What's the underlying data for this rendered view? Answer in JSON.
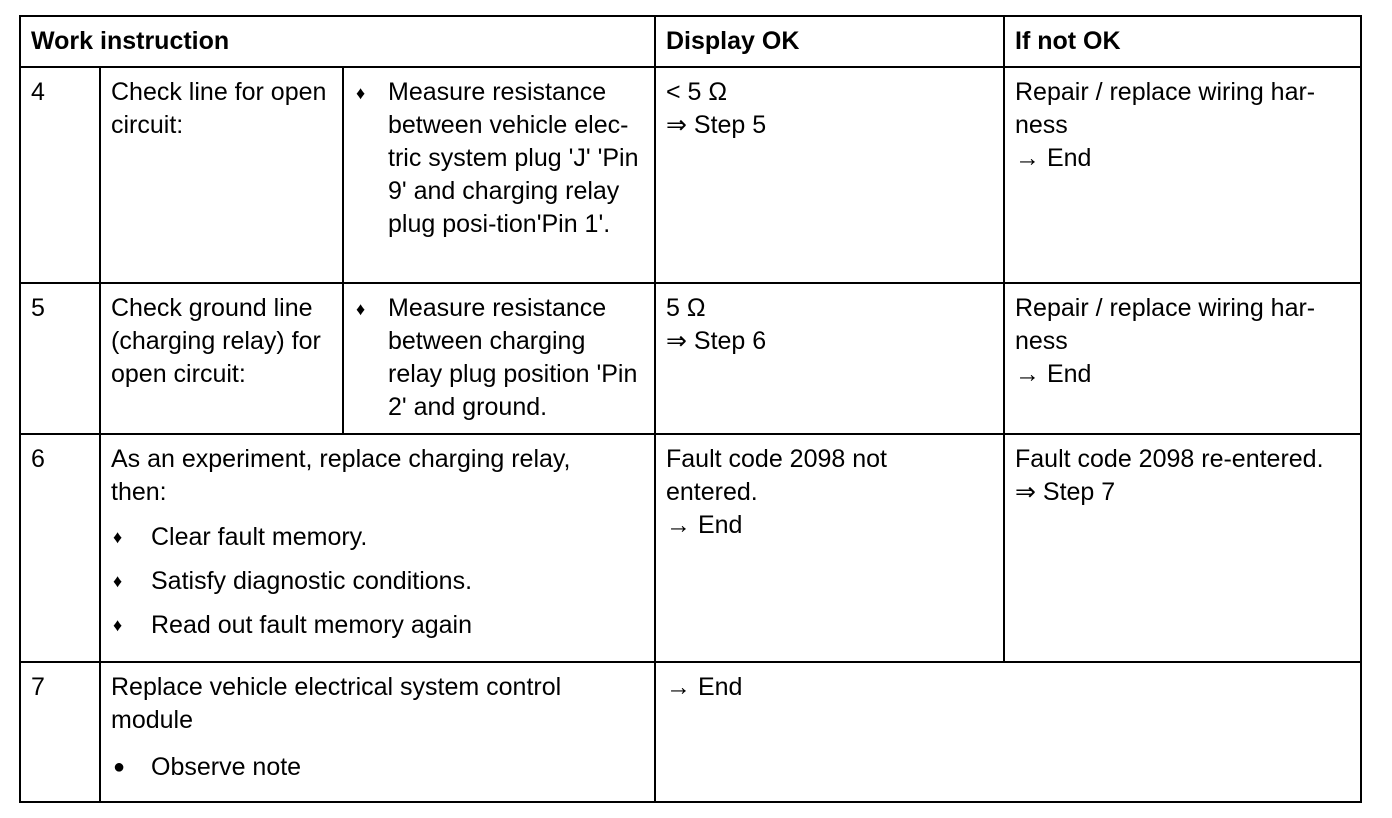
{
  "header": {
    "work_instruction": "Work instruction",
    "display_ok": "Display OK",
    "if_not_ok": "If not OK"
  },
  "rows": [
    {
      "step": "4",
      "action": "Check line for open circuit:",
      "bullet_symbol": "♦",
      "detail": "Measure resistance between vehicle elec-tric system plug 'J' 'Pin 9' and charging relay plug posi-tion'Pin 1'.",
      "display_ok": [
        "< 5 Ω",
        "⇒ Step 5"
      ],
      "if_not_ok": [
        "Repair / replace wiring har-ness",
        "→ End"
      ]
    },
    {
      "step": "5",
      "action": "Check ground line (charging relay) for open circuit:",
      "bullet_symbol": "♦",
      "detail": "Measure resistance between charging relay plug position 'Pin 2' and ground.",
      "display_ok": [
        "5 Ω",
        "⇒ Step 6"
      ],
      "if_not_ok": [
        "Repair / replace wiring har-ness",
        "→ End"
      ]
    },
    {
      "step": "6",
      "action": "As an experiment, replace charging relay, then:",
      "bullet_symbol": "♦",
      "list": [
        "Clear fault memory.",
        "Satisfy diagnostic conditions.",
        "Read out fault memory again"
      ],
      "display_ok": [
        "Fault code 2098 not entered.",
        "→ End"
      ],
      "if_not_ok": [
        "Fault code 2098 re-entered.",
        "⇒ Step 7"
      ]
    },
    {
      "step": "7",
      "action": "Replace vehicle electrical system control module",
      "bullet_symbol": "●",
      "list": [
        "Observe note"
      ],
      "display_ok": [
        "→ End"
      ]
    }
  ]
}
